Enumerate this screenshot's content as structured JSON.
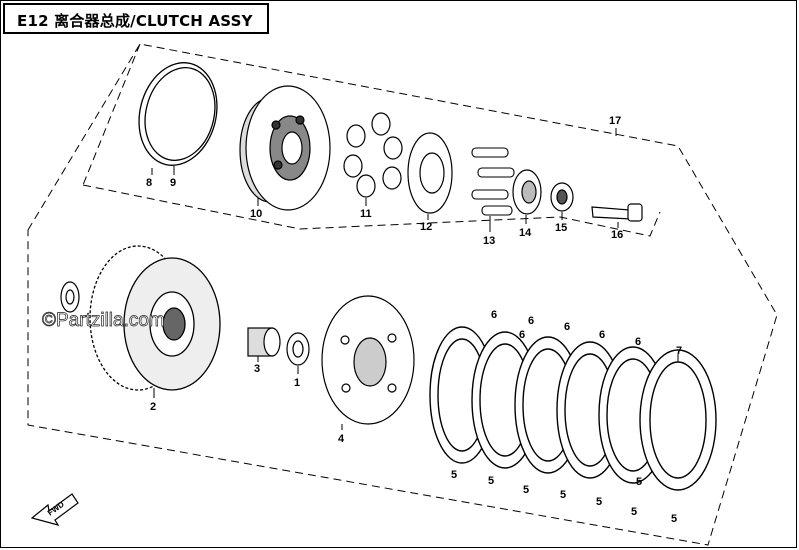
{
  "title": "E12  离合器总成/CLUTCH ASSY",
  "watermark": "©Partzilla.com",
  "direction_label": "FWD",
  "callouts": {
    "c1": "1",
    "c2": "2",
    "c3": "3",
    "c4": "4",
    "c5a": "5",
    "c5b": "5",
    "c5c": "5",
    "c5d": "5",
    "c5e": "5",
    "c5f": "5",
    "c5g": "5",
    "c5h": "5",
    "c6a": "6",
    "c6b": "6",
    "c6c": "6",
    "c6d": "6",
    "c6e": "6",
    "c6f": "6",
    "c7": "7",
    "c8": "8",
    "c9": "9",
    "c10": "10",
    "c11": "11",
    "c12": "12",
    "c13": "13",
    "c14": "14",
    "c15": "15",
    "c16": "16",
    "c17": "17"
  }
}
